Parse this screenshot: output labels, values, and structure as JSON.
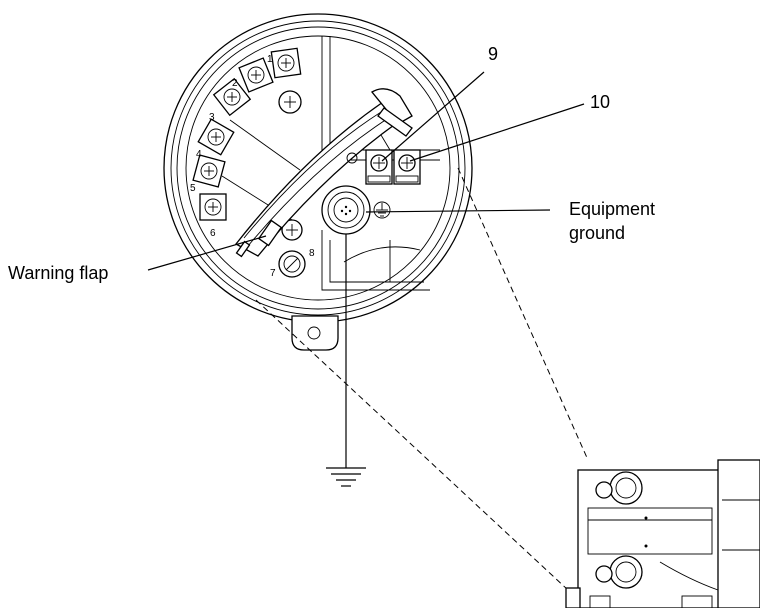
{
  "labels": {
    "terminal_9": "9",
    "terminal_10": "10",
    "equipment_ground_line1": "Equipment",
    "equipment_ground_line2": "ground",
    "warning_flap": "Warning flap"
  },
  "terminal_numbers": [
    "1",
    "2",
    "3",
    "4",
    "5",
    "6",
    "7",
    "8"
  ]
}
